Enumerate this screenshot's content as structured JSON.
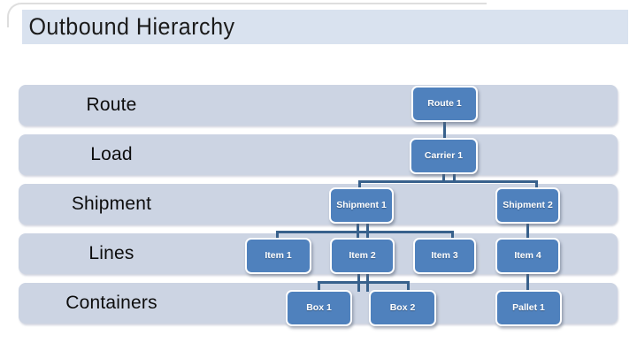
{
  "title": "Outbound Hierarchy",
  "rows": [
    {
      "label": "Route"
    },
    {
      "label": "Load"
    },
    {
      "label": "Shipment"
    },
    {
      "label": "Lines"
    },
    {
      "label": "Containers"
    }
  ],
  "nodes": [
    {
      "id": "route-1",
      "label": "Route 1",
      "row": "Route"
    },
    {
      "id": "carrier-1",
      "label": "Carrier 1",
      "row": "Load"
    },
    {
      "id": "shipment-1",
      "label": "Shipment 1",
      "row": "Shipment"
    },
    {
      "id": "shipment-2",
      "label": "Shipment 2",
      "row": "Shipment"
    },
    {
      "id": "item-1",
      "label": "Item 1",
      "row": "Lines"
    },
    {
      "id": "item-2",
      "label": "Item 2",
      "row": "Lines"
    },
    {
      "id": "item-3",
      "label": "Item 3",
      "row": "Lines"
    },
    {
      "id": "item-4",
      "label": "Item 4",
      "row": "Lines"
    },
    {
      "id": "box-1",
      "label": "Box 1",
      "row": "Containers"
    },
    {
      "id": "box-2",
      "label": "Box 2",
      "row": "Containers"
    },
    {
      "id": "pallet-1",
      "label": "Pallet 1",
      "row": "Containers"
    }
  ],
  "edges": [
    {
      "from": "Route 1",
      "to": "Carrier 1"
    },
    {
      "from": "Carrier 1",
      "to": "Shipment 1"
    },
    {
      "from": "Carrier 1",
      "to": "Shipment 2"
    },
    {
      "from": "Shipment 1",
      "to": "Item 1"
    },
    {
      "from": "Shipment 1",
      "to": "Item 2"
    },
    {
      "from": "Shipment 1",
      "to": "Item 3"
    },
    {
      "from": "Shipment 2",
      "to": "Item 4"
    },
    {
      "from": "Item 2",
      "to": "Box 1"
    },
    {
      "from": "Item 2",
      "to": "Box 2"
    },
    {
      "from": "Item 4",
      "to": "Pallet 1"
    }
  ],
  "colors": {
    "node_fill": "#4f81bd",
    "connector": "#38618c",
    "band_fill": "#ccd4e3",
    "title_band_fill": "#d9e2ef"
  }
}
